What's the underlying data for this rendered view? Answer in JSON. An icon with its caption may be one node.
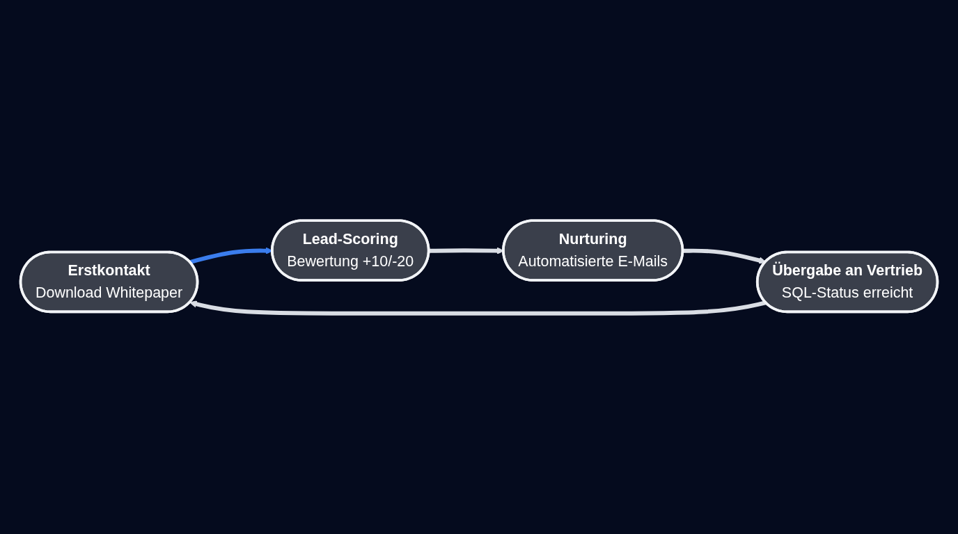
{
  "diagram": {
    "nodes": [
      {
        "text": [
          "Erstkontakt",
          "Download Whitepaper"
        ]
      },
      {
        "text": [
          "Lead-Scoring",
          "Bewertung +10/-20"
        ]
      },
      {
        "text": [
          "Nurturing",
          "Automatisierte E-Mails"
        ]
      },
      {
        "text": [
          "Übergabe an Vertrieb",
          "SQL-Status erreicht"
        ]
      }
    ],
    "edges": [
      {
        "from": 0,
        "to": 1,
        "arrow": "to",
        "color": "#3b7ded"
      },
      {
        "from": 1,
        "to": 2,
        "arrow": "to"
      },
      {
        "from": 2,
        "to": 3,
        "arrow": "to"
      },
      {
        "from": 3,
        "to": 0,
        "arrow": "to"
      }
    ]
  }
}
